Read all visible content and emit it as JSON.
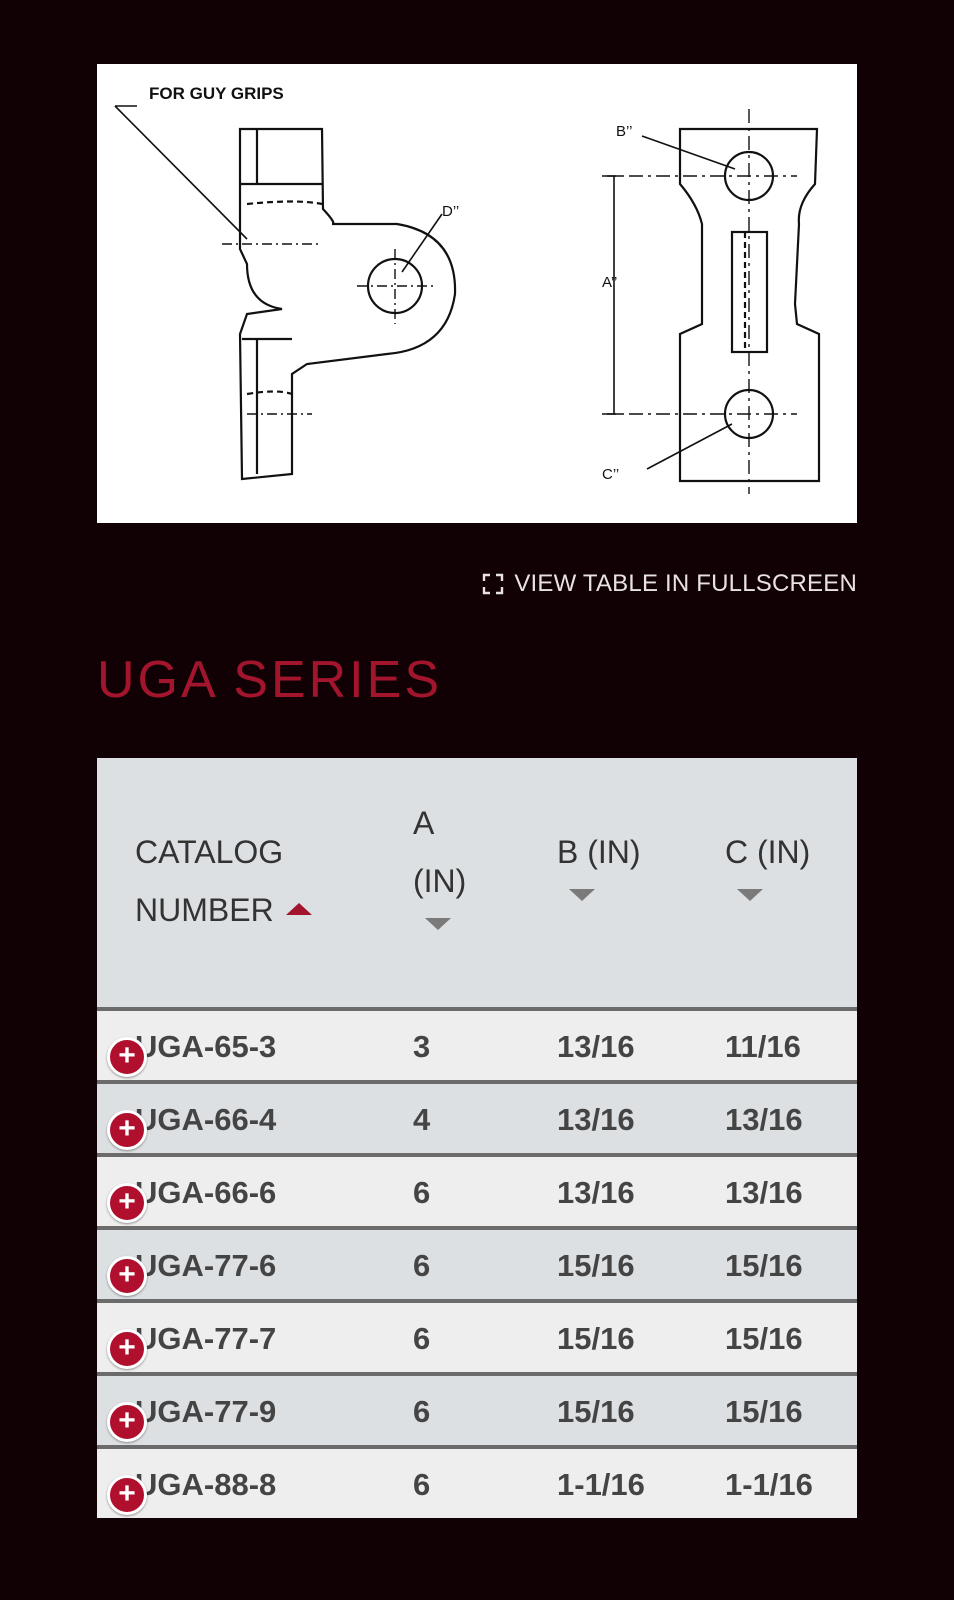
{
  "drawing": {
    "label_guy_grips": "FOR GUY GRIPS",
    "label_a": "A’’",
    "label_b": "B’’",
    "label_c": "C’’",
    "label_d": "D’’"
  },
  "fullscreen": {
    "label": "VIEW TABLE IN FULLSCREEN",
    "icon": "fullscreen-icon"
  },
  "series_title": "UGA SERIES",
  "colors": {
    "accent": "#a3142d",
    "background": "#120104",
    "header_bg": "#dde0e2"
  },
  "table": {
    "headers": {
      "catalog_line1": "CATALOG",
      "catalog_line2": "NUMBER",
      "a_line1": "A",
      "a_line2": "(IN)",
      "b": "B (IN)",
      "c": "C (IN)"
    },
    "rows": [
      {
        "catalog": "UGA-65-3",
        "a": "3",
        "b": "13/16",
        "c": "11/16"
      },
      {
        "catalog": "UGA-66-4",
        "a": "4",
        "b": "13/16",
        "c": "13/16"
      },
      {
        "catalog": "UGA-66-6",
        "a": "6",
        "b": "13/16",
        "c": "13/16"
      },
      {
        "catalog": "UGA-77-6",
        "a": "6",
        "b": "15/16",
        "c": "15/16"
      },
      {
        "catalog": "UGA-77-7",
        "a": "6",
        "b": "15/16",
        "c": "15/16"
      },
      {
        "catalog": "UGA-77-9",
        "a": "6",
        "b": "15/16",
        "c": "15/16"
      },
      {
        "catalog": "UGA-88-8",
        "a": "6",
        "b": "1-1/16",
        "c": "1-1/16"
      }
    ]
  }
}
